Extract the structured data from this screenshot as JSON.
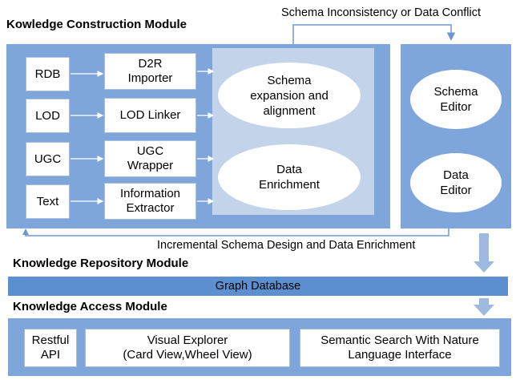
{
  "modules": {
    "construction_title": "Kowledge Construction Module",
    "repository_title": "Knowledge Repository Module",
    "access_title": "Knowledge Access Module"
  },
  "annotations": {
    "schema_conflict": "Schema Inconsistency or Data Conflict",
    "incremental_design": "Incremental Schema Design and Data Enrichment"
  },
  "sources": [
    "RDB",
    "LOD",
    "UGC",
    "Text"
  ],
  "processors": [
    "D2R\nImporter",
    "LOD Linker",
    "UGC\nWrapper",
    "Information\nExtractor"
  ],
  "processes": {
    "schema": "Schema\nexpansion and\nalignment",
    "data": "Data\nEnrichment"
  },
  "editors": {
    "schema": "Schema\nEditor",
    "data": "Data\nEditor"
  },
  "repository": {
    "graph_database": "Graph Database"
  },
  "access": {
    "restful": "Restful\nAPI",
    "visual_explorer": "Visual Explorer\n(Card View,Wheel View)",
    "semantic_search": "Semantic Search With Nature\nLanguage Interface"
  },
  "colors": {
    "panel": "#7fa6da",
    "inner_panel": "#c3d3ea",
    "graph_db": "#5b8fd0",
    "arrow": "#9db9df"
  }
}
